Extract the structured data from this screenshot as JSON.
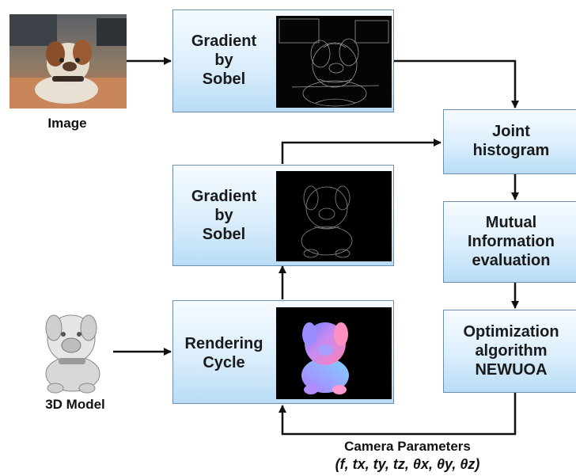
{
  "image_block": {
    "caption": "Image"
  },
  "model_block": {
    "caption": "3D Model"
  },
  "sobel_top": {
    "lines": [
      "Gradient",
      "by",
      "Sobel"
    ]
  },
  "sobel_mid": {
    "lines": [
      "Gradient",
      "by",
      "Sobel"
    ]
  },
  "render": {
    "lines": [
      "Rendering",
      "Cycle"
    ]
  },
  "joint": {
    "lines": [
      "Joint",
      "histogram"
    ]
  },
  "mutual": {
    "lines": [
      "Mutual",
      "Information",
      "evaluation"
    ]
  },
  "optim": {
    "lines": [
      "Optimization",
      "algorithm",
      "NEWUOA"
    ]
  },
  "camera": {
    "title": "Camera Parameters",
    "formula": "(f, tx, ty, tz, θx, θy, θz)"
  }
}
